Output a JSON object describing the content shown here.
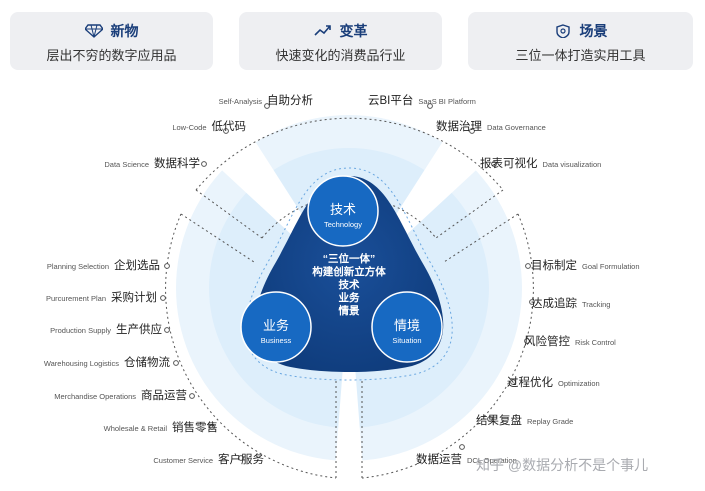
{
  "cards": [
    {
      "icon": "diamond-icon",
      "title": "新物",
      "subtitle": "层出不穷的数字应用品"
    },
    {
      "icon": "arrow-icon",
      "title": "变革",
      "subtitle": "快速变化的消费品行业"
    },
    {
      "icon": "shield-icon",
      "title": "场景",
      "subtitle": "三位一体打造实用工具"
    }
  ],
  "hub": {
    "technology": {
      "zh": "技术",
      "en": "Technology"
    },
    "business": {
      "zh": "业务",
      "en": "Business"
    },
    "situation": {
      "zh": "情境",
      "en": "Situation"
    },
    "center_quote": "“三位一体”",
    "center_line2": "构建创新立方体",
    "center_line3": "技术",
    "center_line4": "业务",
    "center_line5": "情景"
  },
  "top_items": [
    {
      "en": "Self-Analysis",
      "zh": "自助分析"
    },
    {
      "en": "Low-Code",
      "zh": "低代码"
    },
    {
      "en": "Data Science",
      "zh": "数据科学"
    },
    {
      "zh": "云BI平台",
      "en": "SaaS BI Platform"
    },
    {
      "zh": "数据治理",
      "en": "Data Governance"
    },
    {
      "zh": "报表可视化",
      "en": "Data visualization"
    }
  ],
  "left_items": [
    {
      "en": "Planning Selection",
      "zh": "企划选品"
    },
    {
      "en": "Purcurement Plan",
      "zh": "采购计划"
    },
    {
      "en": "Production Supply",
      "zh": "生产供应"
    },
    {
      "en": "Warehousing Logistics",
      "zh": "仓储物流"
    },
    {
      "en": "Merchandise Operations",
      "zh": "商品运营"
    },
    {
      "en": "Wholesale & Retail",
      "zh": "销售零售"
    },
    {
      "en": "Customer Service",
      "zh": "客户服务"
    }
  ],
  "right_items": [
    {
      "zh": "目标制定",
      "en": "Goal Formulation"
    },
    {
      "zh": "达成追踪",
      "en": "Tracking"
    },
    {
      "zh": "风险管控",
      "en": "Risk Control"
    },
    {
      "zh": "过程优化",
      "en": "Optimization"
    },
    {
      "zh": "结果复盘",
      "en": "Replay Grade"
    },
    {
      "zh": "数据运营",
      "en": "DCL Operation"
    }
  ],
  "watermark": "知乎 @数据分析不是个事儿",
  "colors": {
    "dark_blue": "#12478f",
    "mid_blue": "#1769c2",
    "light_circle": "#ddeefb",
    "lighter_circle": "#eaf4fc",
    "card_bg": "#eeeff2",
    "title_color": "#1a3e7a"
  }
}
